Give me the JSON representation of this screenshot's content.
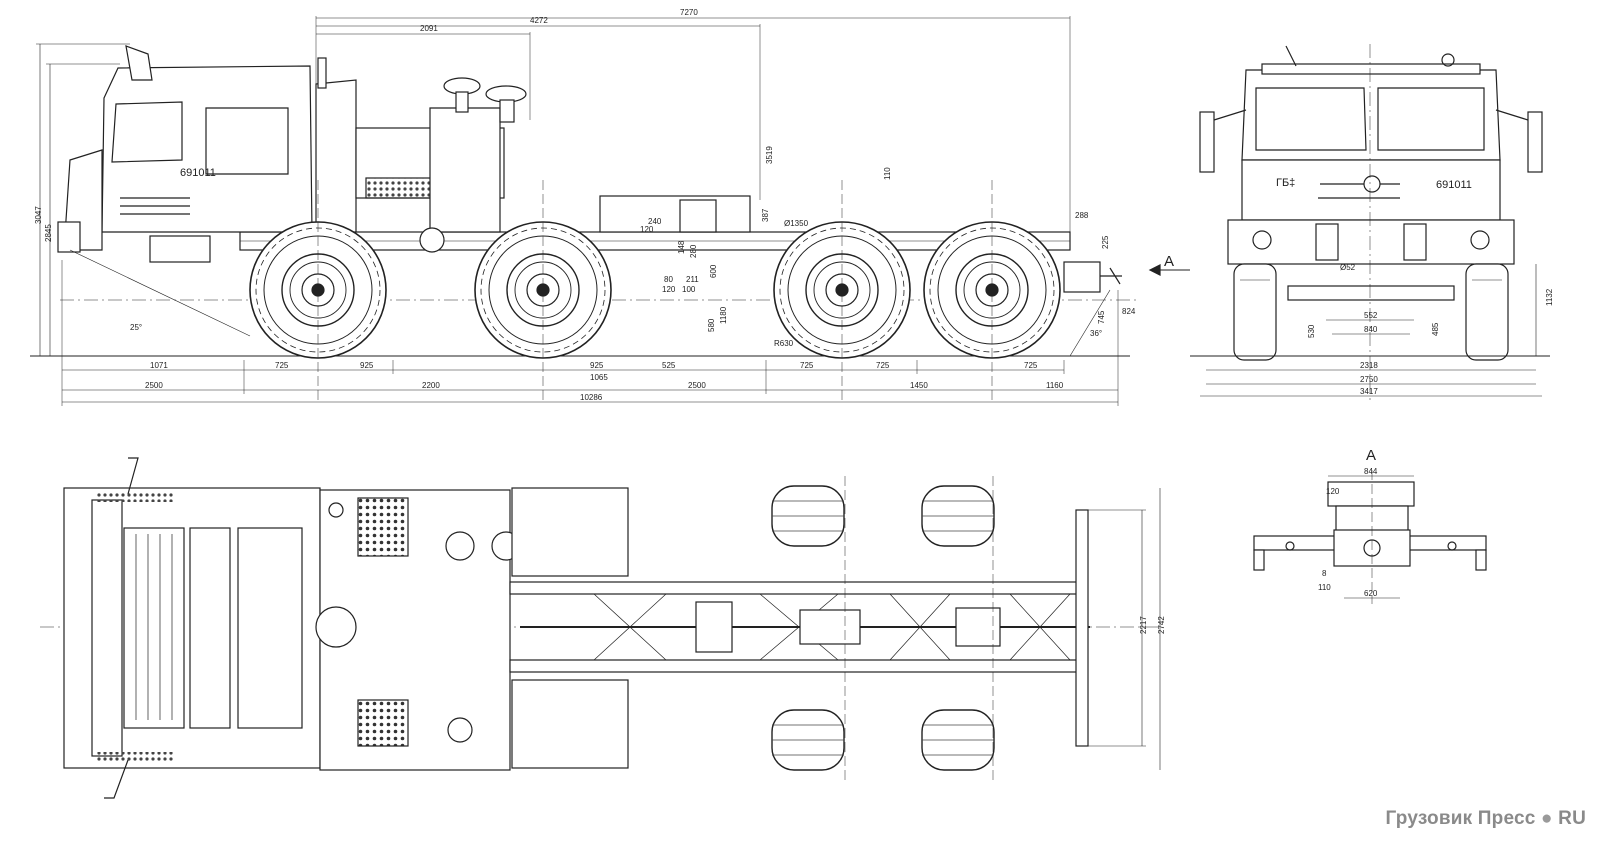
{
  "side_view": {
    "plate": "691011",
    "dims_top": [
      "7270",
      "4272",
      "2091"
    ],
    "dims_left": [
      "3047",
      "2845"
    ],
    "dims_mid": [
      "3519",
      "387",
      "110",
      "288",
      "225",
      "240",
      "120",
      "280",
      "148",
      "80",
      "120",
      "211",
      "100",
      "600",
      "1180",
      "580",
      "745",
      "824",
      "Ø1350",
      "R630"
    ],
    "angle_front": "25°",
    "angle_rear": "36°",
    "dims_row1": [
      "1071",
      "725",
      "925",
      "925",
      "525",
      "725",
      "725",
      "725"
    ],
    "dims_row2": [
      "2500",
      "2200",
      "1065",
      "2500",
      "1450",
      "1160"
    ],
    "total_length": "10286",
    "view_arrow": "A"
  },
  "front_view": {
    "plate": "691011",
    "badge": "ГБ‡",
    "dims": [
      "Ø52",
      "552",
      "840",
      "530",
      "485",
      "1132",
      "2318",
      "2750",
      "3417"
    ]
  },
  "top_view": {
    "dims": [
      "2217",
      "2742"
    ]
  },
  "detail_a": {
    "title": "A",
    "dims": [
      "844",
      "120",
      "8",
      "110",
      "620"
    ]
  },
  "watermark": {
    "name": "Грузовик Пресс",
    "suffix": "RU"
  }
}
